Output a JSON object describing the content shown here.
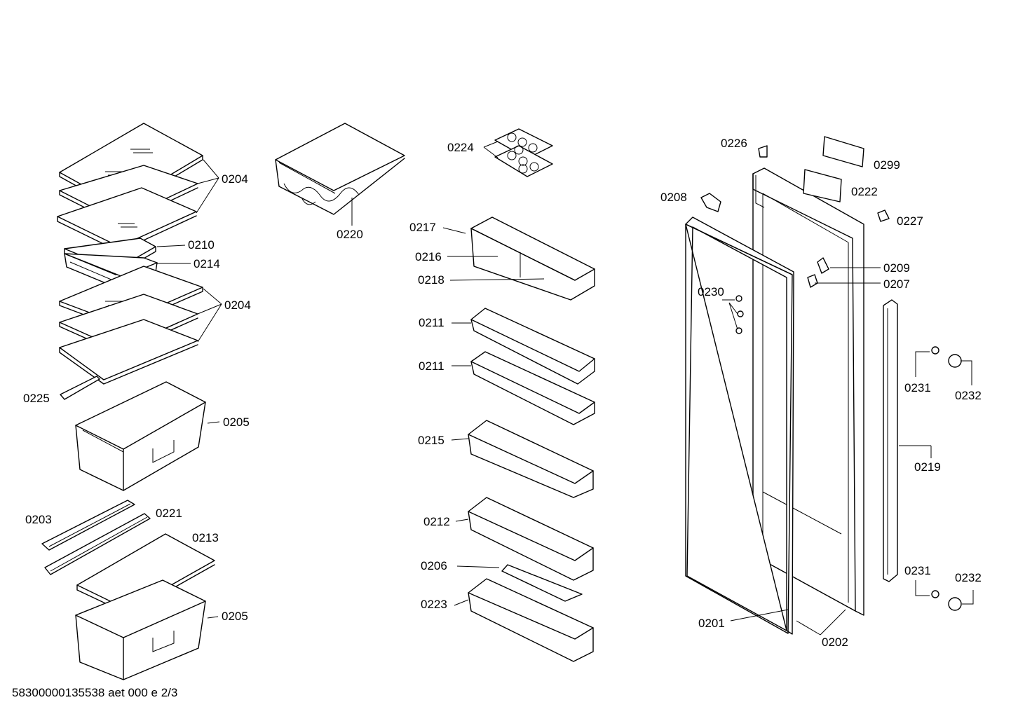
{
  "labels": {
    "p0204a": "0204",
    "p0210": "0210",
    "p0214": "0214",
    "p0204b": "0204",
    "p0225": "0225",
    "p0205a": "0205",
    "p0203": "0203",
    "p0221": "0221",
    "p0213": "0213",
    "p0205b": "0205",
    "p0220": "0220",
    "p0224": "0224",
    "p0217": "0217",
    "p0216": "0216",
    "p0218": "0218",
    "p0211a": "0211",
    "p0211b": "0211",
    "p0215": "0215",
    "p0212": "0212",
    "p0206": "0206",
    "p0223": "0223",
    "p0226": "0226",
    "p0299": "0299",
    "p0208": "0208",
    "p0222": "0222",
    "p0227": "0227",
    "p0209": "0209",
    "p0207": "0207",
    "p0230": "0230",
    "p0231a": "0231",
    "p0232a": "0232",
    "p0219": "0219",
    "p0231b": "0231",
    "p0232b": "0232",
    "p0201": "0201",
    "p0202": "0202"
  },
  "footer": "58300000135538 aet 000 e 2/3"
}
